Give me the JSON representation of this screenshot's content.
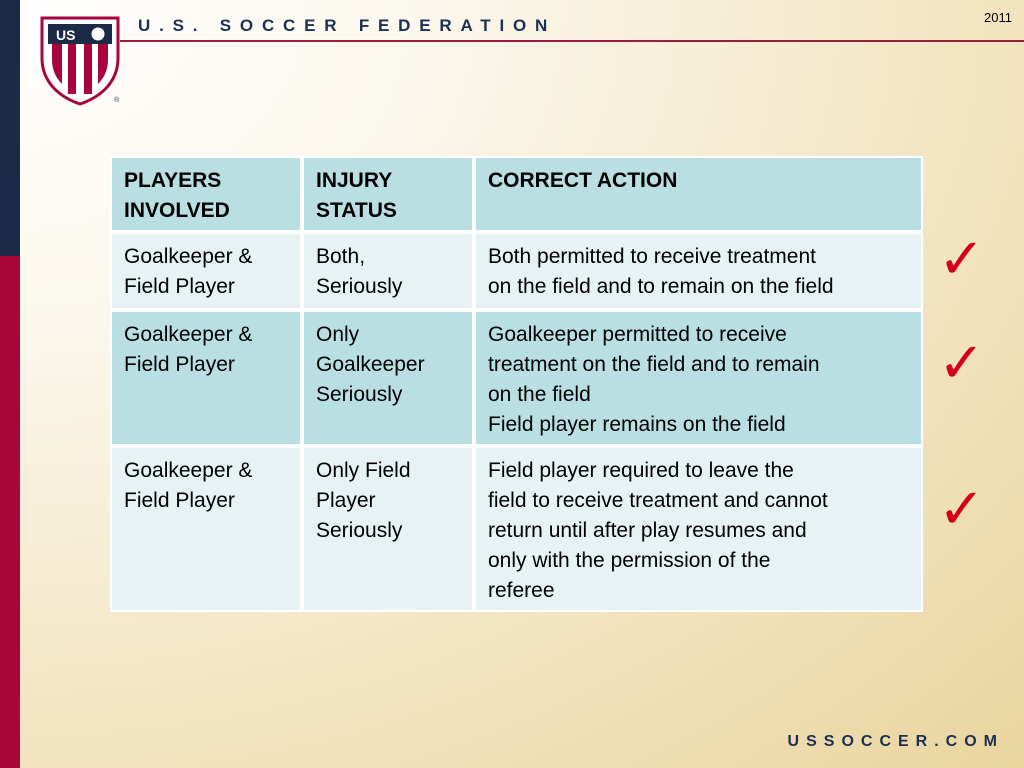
{
  "header": {
    "title": "U.S. SOCCER FEDERATION",
    "year": "2011",
    "crest_text": "US"
  },
  "footer": {
    "url": "USSOCCER.COM"
  },
  "colors": {
    "navy": "#1b2a47",
    "red": "#a8063a",
    "table_dark": "#b9dfe3",
    "table_light": "#e6f2f4",
    "check": "#d4001a"
  },
  "table": {
    "headers": [
      [
        "PLAYERS",
        "INVOLVED"
      ],
      [
        "INJURY",
        "STATUS"
      ],
      [
        "CORRECT ACTION"
      ]
    ],
    "rows": [
      {
        "players": [
          "Goalkeeper &",
          "Field Player"
        ],
        "status": [
          "Both,",
          "Seriously"
        ],
        "action": [
          "Both permitted to receive treatment",
          "on the field and to remain on the field"
        ]
      },
      {
        "players": [
          "Goalkeeper &",
          "Field Player"
        ],
        "status": [
          "Only",
          "Goalkeeper",
          "Seriously"
        ],
        "action": [
          "Goalkeeper permitted to receive",
          "treatment on the field and to remain",
          "on the field",
          "Field player remains on the field"
        ]
      },
      {
        "players": [
          "Goalkeeper &",
          "Field Player"
        ],
        "status": [
          "Only Field",
          "Player",
          "Seriously"
        ],
        "action": [
          "Field player required to leave the",
          "field to receive treatment and cannot",
          "return until after play resumes and",
          "only with the permission of the",
          "referee"
        ]
      }
    ]
  },
  "checkmarks": [
    "✓",
    "✓",
    "✓"
  ]
}
